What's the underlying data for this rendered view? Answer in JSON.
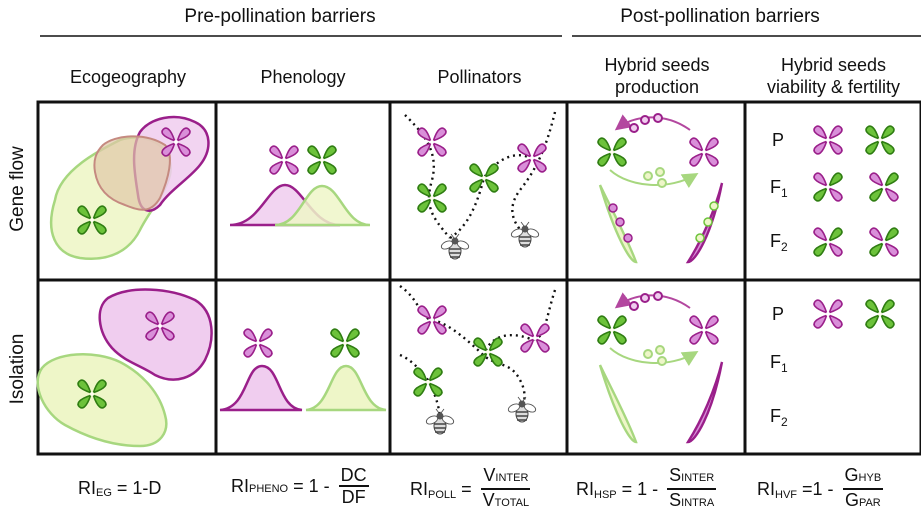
{
  "headers": {
    "pre": "Pre-pollination barriers",
    "post": "Post-pollination barriers"
  },
  "columns": [
    {
      "label": "Ecogeography"
    },
    {
      "label": "Phenology"
    },
    {
      "label": "Pollinators"
    },
    {
      "label_line1": "Hybrid seeds",
      "label_line2": "production"
    },
    {
      "label_line1": "Hybrid seeds",
      "label_line2": "viability & fertility"
    }
  ],
  "rows": [
    {
      "label": "Gene flow"
    },
    {
      "label": "Isolation"
    }
  ],
  "generations": {
    "p": "P",
    "f1_base": "F",
    "f1_sub": "1",
    "f2_base": "F",
    "f2_sub": "2"
  },
  "formulas": {
    "eg": {
      "ri": "RI",
      "sub": "EG",
      "rhs": " = 1-D"
    },
    "pheno": {
      "ri": "RI",
      "sub": "PHENO",
      "rhs": " = 1 - ",
      "num": "DC",
      "den": "DF"
    },
    "poll": {
      "ri": "RI",
      "sub": "POLL",
      "rhs": " = ",
      "num_base": "V",
      "num_sub": "INTER",
      "den_base": "V",
      "den_sub": "TOTAL"
    },
    "hsp": {
      "ri": "RI",
      "sub": "HSP",
      "rhs": " = 1 - ",
      "num_base": "S",
      "num_sub": "INTER",
      "den_base": "S",
      "den_sub": "INTRA"
    },
    "hvf": {
      "ri": "RI",
      "sub": "HVF",
      "rhs": " =1 - ",
      "num_base": "G",
      "num_sub": "HYB",
      "den_base": "G",
      "den_sub": "PAR"
    }
  },
  "colors": {
    "purple": "#d98fd9",
    "purple_stroke": "#9a1f8a",
    "green": "#6cc23a",
    "green_stroke": "#2f7d12",
    "light_green_fill": "#eef6c8",
    "light_green_stroke": "#a7d77f",
    "light_purple_fill": "#f0cdef"
  }
}
